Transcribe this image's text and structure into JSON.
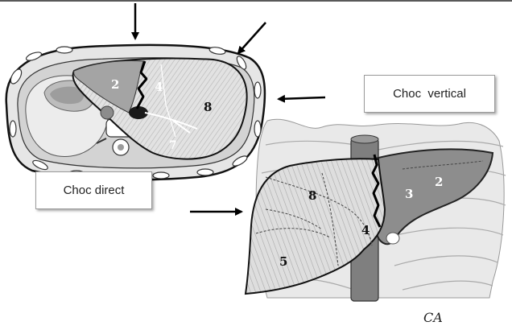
{
  "labels": {
    "choc_vertical": "Choc  vertical",
    "choc_direct": "Choc direct"
  },
  "axial_section": {
    "segments": [
      "2",
      "4",
      "8",
      "7"
    ]
  },
  "frontal_view": {
    "segments": [
      "2",
      "3",
      "8",
      "4",
      "5"
    ]
  },
  "signature": "CA",
  "colors": {
    "background": "#ffffff",
    "outline": "#111111",
    "arrow": "#000000",
    "liver_hatch": "#d9d9d9",
    "left_lobe": "#8f8f8f",
    "vessel": "#777777",
    "box_border": "#9a9a9a"
  }
}
